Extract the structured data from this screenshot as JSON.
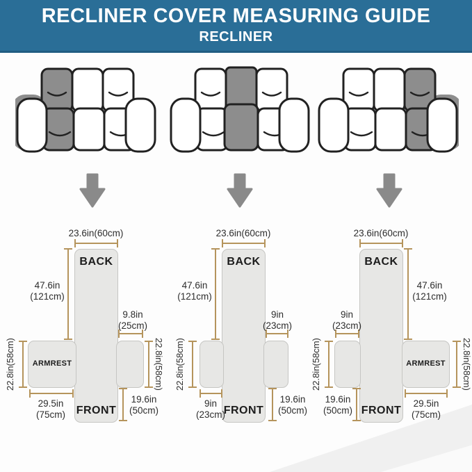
{
  "header": {
    "title": "RECLINER COVER MEASURING GUIDE",
    "subtitle": "RECLINER"
  },
  "colors": {
    "header_bg": "#2a6e97",
    "highlight_gray": "#8d8d8d",
    "measure_line": "#b5945c",
    "panel_fill": "#e7e7e5"
  },
  "icons": {
    "sofa_left": "sofa-left-seat-highlighted-icon",
    "sofa_middle": "sofa-middle-seat-highlighted-icon",
    "sofa_right": "sofa-right-seat-highlighted-icon",
    "arrow": "down-arrow-icon"
  },
  "diagrams": [
    {
      "back": "BACK",
      "front": "FRONT",
      "armrest": "ARMREST",
      "top_width": "23.6in(60cm)",
      "back_height": "47.6in\n(121cm)",
      "seat_side": "9.8in\n(25cm)",
      "left_outer": "22.8in(58cm)",
      "right_outer": "22.8in(58cm)",
      "bottom_left": "29.5in\n(75cm)",
      "bottom_right": "19.6in\n(50cm)"
    },
    {
      "back": "BACK",
      "front": "FRONT",
      "top_width": "23.6in(60cm)",
      "back_height": "47.6in\n(121cm)",
      "seat_side": "9in\n(23cm)",
      "left_outer": "22.8in(58cm)",
      "bottom_left": "9in\n(23cm)",
      "bottom_right": "19.6in\n(50cm)"
    },
    {
      "back": "BACK",
      "front": "FRONT",
      "armrest": "ARMREST",
      "top_width": "23.6in(60cm)",
      "back_height": "47.6in\n(121cm)",
      "seat_side": "9in\n(23cm)",
      "left_outer": "22.8in(58cm)",
      "right_outer": "22.8in(58cm)",
      "bottom_left": "19.6in\n(50cm)",
      "bottom_right": "29.5in\n(75cm)"
    }
  ]
}
